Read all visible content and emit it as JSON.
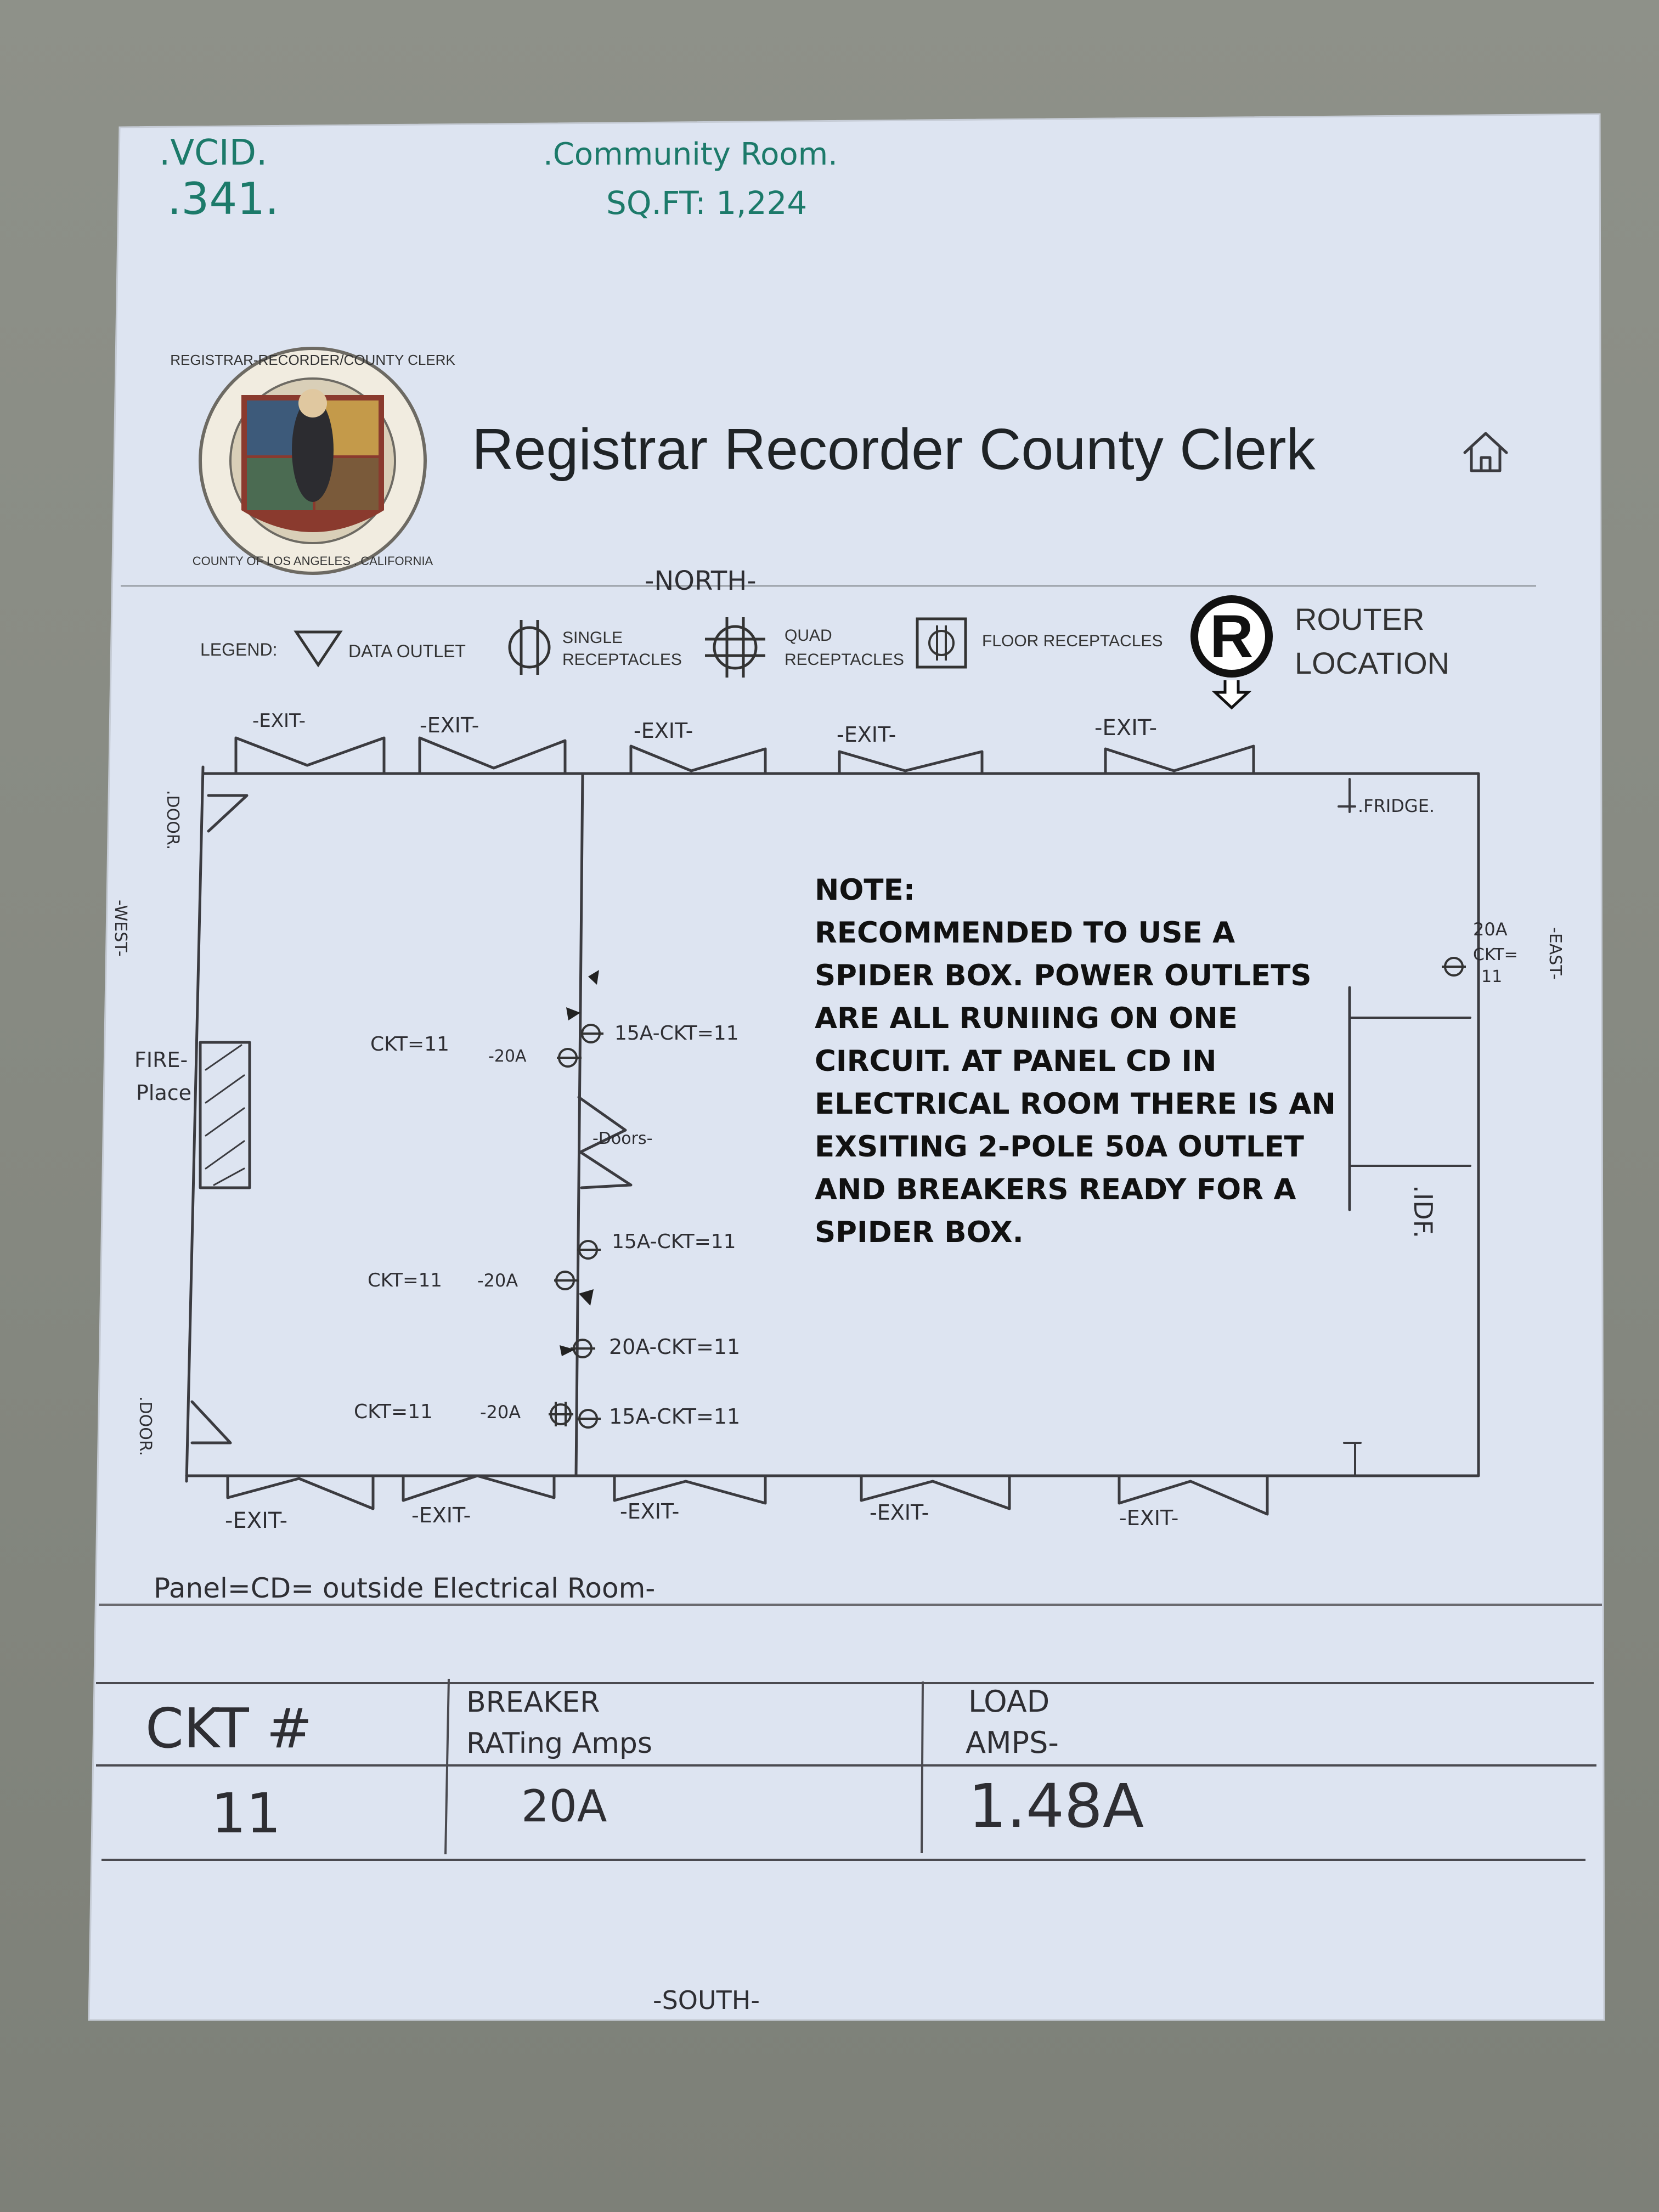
{
  "header": {
    "vcid_label": ".VCID.",
    "vcid_value": ".341.",
    "room_name": ".Community Room.",
    "sqft": "SQ.FT: 1,224"
  },
  "title": "Registrar Recorder County Clerk",
  "seal": {
    "top_text": "REGISTRAR-RECORDER/COUNTY CLERK",
    "bottom_text": "COUNTY OF LOS ANGELES . CALIFORNIA"
  },
  "icons": {
    "home": "home-icon",
    "router": "router-icon"
  },
  "colors": {
    "paper": "#dde4f1",
    "ink_green": "#1c7a6a",
    "pencil": "#3b3b40",
    "background": "#878a82"
  },
  "compass": {
    "north": "-NORTH-",
    "south": "-SOUTH-",
    "west": "-WEST-",
    "east": "-EAST-"
  },
  "legend": {
    "label": "LEGEND:",
    "data_outlet": "DATA OUTLET",
    "single_line1": "SINGLE",
    "single_line2": "RECEPTACLES",
    "quad_line1": "QUAD",
    "quad_line2": "RECEPTACLES",
    "floor": "FLOOR RECEPTACLES",
    "router_line1": "ROUTER",
    "router_line2": "LOCATION"
  },
  "floorplan": {
    "exit": "-EXIT-",
    "door": ".DOOR.",
    "fireplace_line1": "FIRE-",
    "fireplace_line2": "Place",
    "fridge": ".FRIDGE.",
    "idf": ".IDF.",
    "doors": "-Doors-",
    "ckt11": "CKT=11",
    "r_20a": "-20A",
    "east_20a": "20A",
    "east_ckt": "CKT=",
    "east_11": "11",
    "c1": "15A-CKT=11",
    "c2": "15A-CKT=11",
    "c3": "20A-CKT=11",
    "c4": "15A-CKT=11"
  },
  "note": {
    "heading": "NOTE:",
    "lines": [
      "RECOMMENDED TO USE A",
      "SPIDER BOX. POWER OUTLETS",
      "ARE ALL RUNIING ON ONE",
      "CIRCUIT. AT PANEL CD IN",
      "ELECTRICAL ROOM THERE IS AN",
      "EXSITING 2-POLE 50A OUTLET",
      "AND BREAKERS READY FOR A",
      "SPIDER BOX."
    ]
  },
  "panel_line": "Panel=CD= outside Electrical Room-",
  "circuit_table": {
    "headers": [
      "CKT #",
      "BREAKER RATing Amps",
      "LOAD AMPS-"
    ],
    "rows": [
      [
        "11",
        "20A",
        "1.48A"
      ]
    ]
  }
}
